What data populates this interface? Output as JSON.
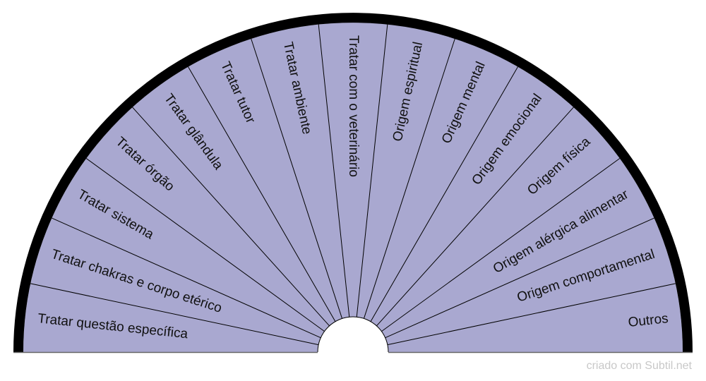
{
  "diagram": {
    "type": "semicircle-pendulum-chart",
    "sector_fill": "#a9a8d0",
    "rim_color": "#000000",
    "divider_color": "#000000",
    "text_color": "#111111",
    "sectors": [
      {
        "label": "Tratar questão específica"
      },
      {
        "label": "Tratar chakras e corpo etérico"
      },
      {
        "label": "Tratar sistema"
      },
      {
        "label": "Tratar órgão"
      },
      {
        "label": "Tratar glândula"
      },
      {
        "label": "Tratar tutor"
      },
      {
        "label": "Tratar ambiente"
      },
      {
        "label": "Tratar com o veterinário"
      },
      {
        "label": "Origem espiritual"
      },
      {
        "label": "Origem mental"
      },
      {
        "label": "Origem emocional"
      },
      {
        "label": "Origem física"
      },
      {
        "label": "Origem alérgica alimentar"
      },
      {
        "label": "Origem comportamental"
      },
      {
        "label": "Outros"
      }
    ]
  },
  "footer": {
    "credit": "criado com Subtil.net"
  }
}
